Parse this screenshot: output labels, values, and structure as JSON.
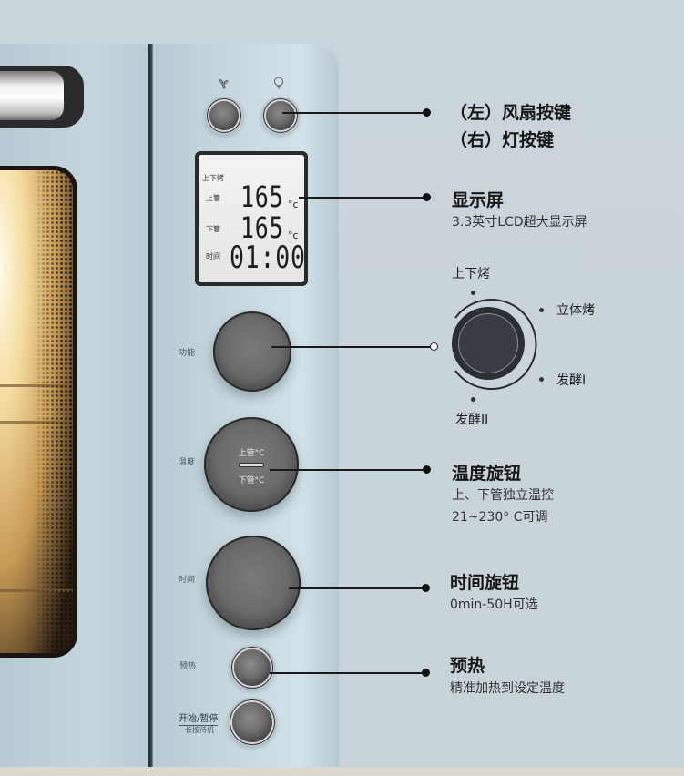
{
  "panel": {
    "icons": {
      "fan": "fan-icon",
      "light": "bulb-icon"
    },
    "labels": {
      "function": "功能",
      "temperature": "温度",
      "time": "时间",
      "preheat": "预热",
      "start_pause": "开始/暂停",
      "long_press_standby": "长按待机"
    },
    "temp_knob": {
      "top": "上管°C",
      "bottom": "下管°C"
    },
    "lcd": {
      "mode": "上下烤",
      "upper_label": "上管",
      "upper_value": "165",
      "lower_label": "下管",
      "lower_value": "165",
      "unit": "°c",
      "time_label": "时间",
      "time_value": "01:00"
    }
  },
  "callouts": {
    "buttons": {
      "line1": "（左）风扇按键",
      "line2": "（右）灯按键"
    },
    "display": {
      "title": "显示屏",
      "desc": "3.3英寸LCD超大显示屏"
    },
    "function_dial": {
      "modes": [
        "上下烤",
        "立体烤",
        "发酵I",
        "发酵II"
      ]
    },
    "temp_knob": {
      "title": "温度旋钮",
      "desc1": "上、下管独立温控",
      "desc2": "21~230°  C可调"
    },
    "time_knob": {
      "title": "时间旋钮",
      "desc": "0min-50H可选"
    },
    "preheat": {
      "title": "预热",
      "desc": "精准加热到设定温度"
    }
  }
}
